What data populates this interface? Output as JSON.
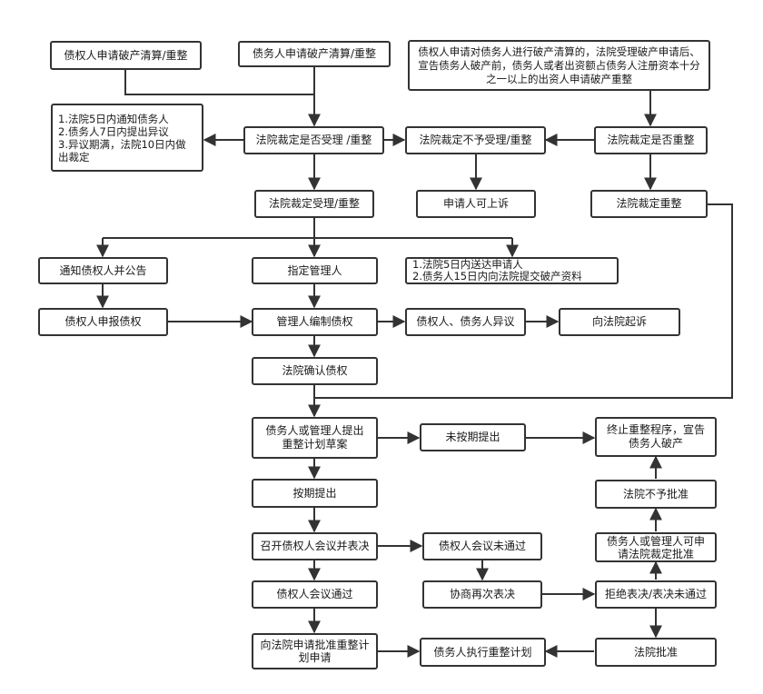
{
  "nodes": {
    "creditor_apply": "债权人申请破产清算/重整",
    "debtor_apply": "债务人申请破产清算/重整",
    "creditor_liquidation_note": "债权人申请对债务人进行破产清算的，法院受理破产申请后、宣告债务人破产前，债务人或者出资额占债务人注册资本十分之一以上的出资人申请破产重整",
    "deadline_notes": "1.法院5日内通知债务人\n2.债务人7日内提出异议\n3.异议期满，法院10日内做出裁定",
    "court_decide_accept": "法院裁定是否受理 /重整",
    "court_reject": "法院裁定不予受理/重整",
    "court_decide_reorg": "法院裁定是否重整",
    "court_accept": "法院裁定受理/重整",
    "applicant_appeal": "申请人可上诉",
    "court_reorg": "法院裁定重整",
    "notify_creditors": "通知债权人并公告",
    "appoint_admin": "指定管理人",
    "delivery_notes": "1.法院5日内送达申请人\n2.债务人15日内向法院提交破产资料",
    "creditor_declare": "债权人申报债权",
    "admin_compile": "管理人编制债权",
    "objection": "债权人、债务人异议",
    "sue_court": "向法院起诉",
    "court_confirm": "法院确认债权",
    "submit_plan": "债务人或管理人提出\n重整计划草案",
    "not_on_time": "未按期提出",
    "terminate": "终止重整程序，宣告\n债务人破产",
    "on_time": "按期提出",
    "court_disapprove": "法院不予批准",
    "convene_meeting": "召开债权人会议并表决",
    "meeting_fail": "债权人会议未通过",
    "may_apply_court": "债务人或管理人可申\n请法院裁定批准",
    "meeting_pass": "债权人会议通过",
    "renegotiate": "协商再次表决",
    "refuse_vote": "拒绝表决/表决未通过",
    "apply_approval": "向法院申请批准重整计\n划申请",
    "execute_plan": "债务人执行重整计划",
    "court_approve": "法院批准"
  },
  "colors": {
    "stroke": "#333333",
    "text": "#1a1a1a",
    "background": "#ffffff"
  }
}
